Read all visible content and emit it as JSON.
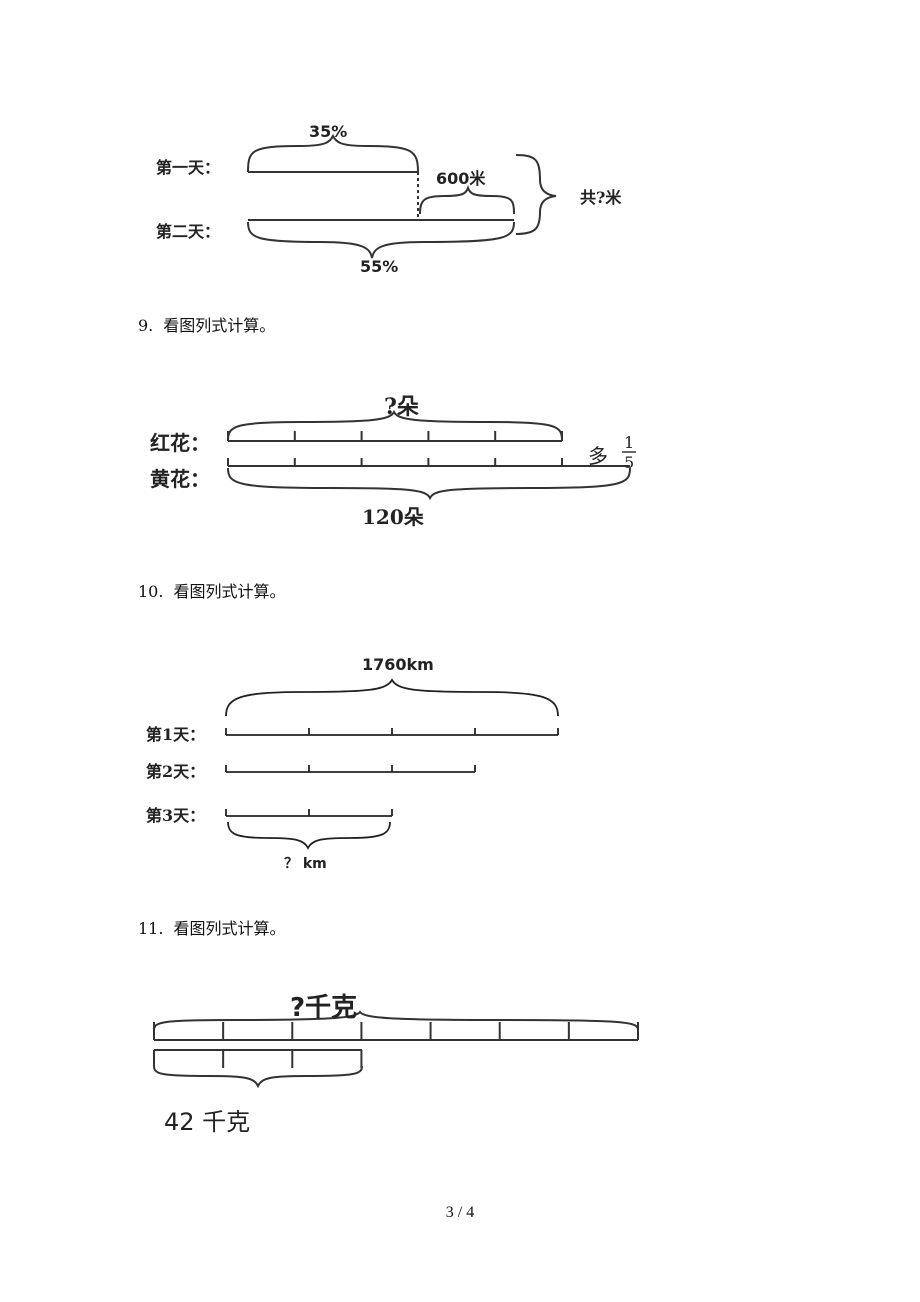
{
  "fig8": {
    "day1_label": "第一天：",
    "day2_label": "第二天：",
    "pct_top": "35%",
    "diff_label": "600米",
    "total_label": "共?米",
    "pct_bottom": "55%"
  },
  "q9": {
    "number": "9.",
    "text": "看图列式计算。"
  },
  "fig9": {
    "total_label": "?朵",
    "red_label": "红花：",
    "yellow_label": "黄花：",
    "more_label": "多",
    "fraction_numerator": "1",
    "fraction_denominator": "5",
    "yellow_total_label": "120朵",
    "red_segments": 5,
    "yellow_segments": 5
  },
  "q10": {
    "number": "10.",
    "text": "看图列式计算。"
  },
  "fig10": {
    "total_label": "1760km",
    "day1_label": "第1天：",
    "day2_label": "第2天：",
    "day3_label": "第3天：",
    "unknown_label": "？ km",
    "day1_segments": 4,
    "day2_segments": 3,
    "day3_segments": 2
  },
  "q11": {
    "number": "11.",
    "text": "看图列式计算。"
  },
  "fig11": {
    "total_label": "?千克",
    "part_label": "42 千克",
    "total_segments": 7,
    "part_segments": 3
  },
  "footer": {
    "page": "3 / 4"
  }
}
